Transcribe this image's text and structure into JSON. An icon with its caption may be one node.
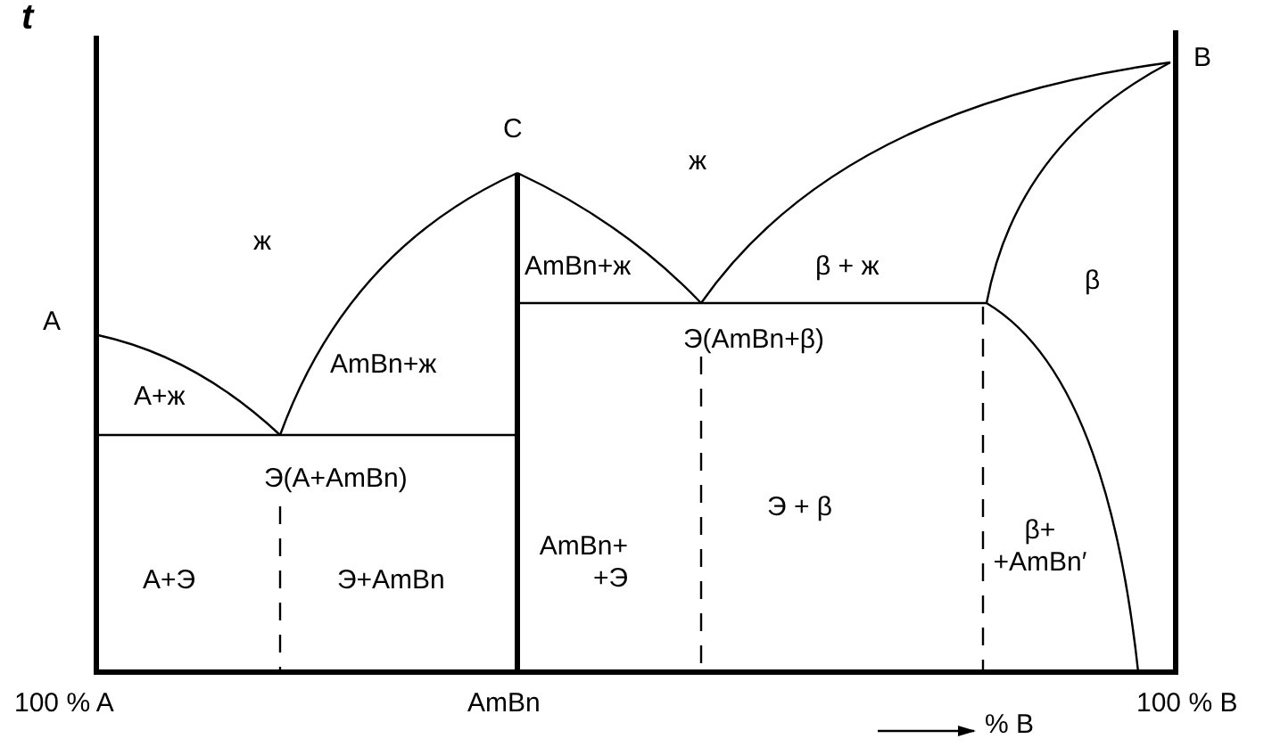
{
  "diagram": {
    "labels": [
      "t",
      "A",
      "ж",
      "C",
      "ж",
      "B",
      "β + ж",
      "β",
      "A+ж",
      "AmBn+ж",
      "AmBn+ж",
      "Э(AmBn+β)",
      "Э(A+AmBn)",
      "AmBn+ +Э",
      "Э + β",
      "β+ +AmBn′",
      "A+Э",
      "Э+AmBn",
      "100 % A",
      "AmBn",
      "100 % B",
      "% B"
    ]
  }
}
